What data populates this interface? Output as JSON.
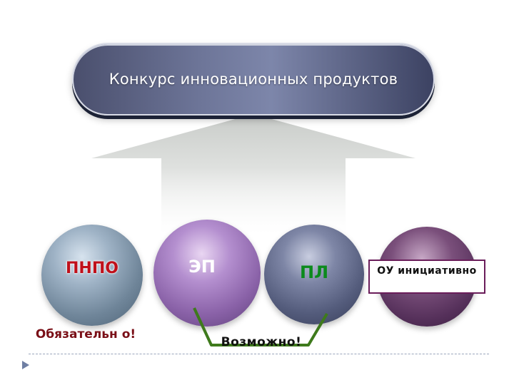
{
  "title": "Конкурс инновационных продуктов",
  "spheres": {
    "pnpo": "ПНПО",
    "ep": "ЭП",
    "pl": "ПЛ",
    "ou": "ОУ инициативно"
  },
  "notes": {
    "mandatory": "Обязательн о!",
    "possible": "Возможно!"
  },
  "colors": {
    "pill": "#5a6184",
    "pnpo_text": "#c0101a",
    "pl_text": "#0b8a1c",
    "mandatory_text": "#7a0f17",
    "bracket": "#3e7a1c"
  }
}
